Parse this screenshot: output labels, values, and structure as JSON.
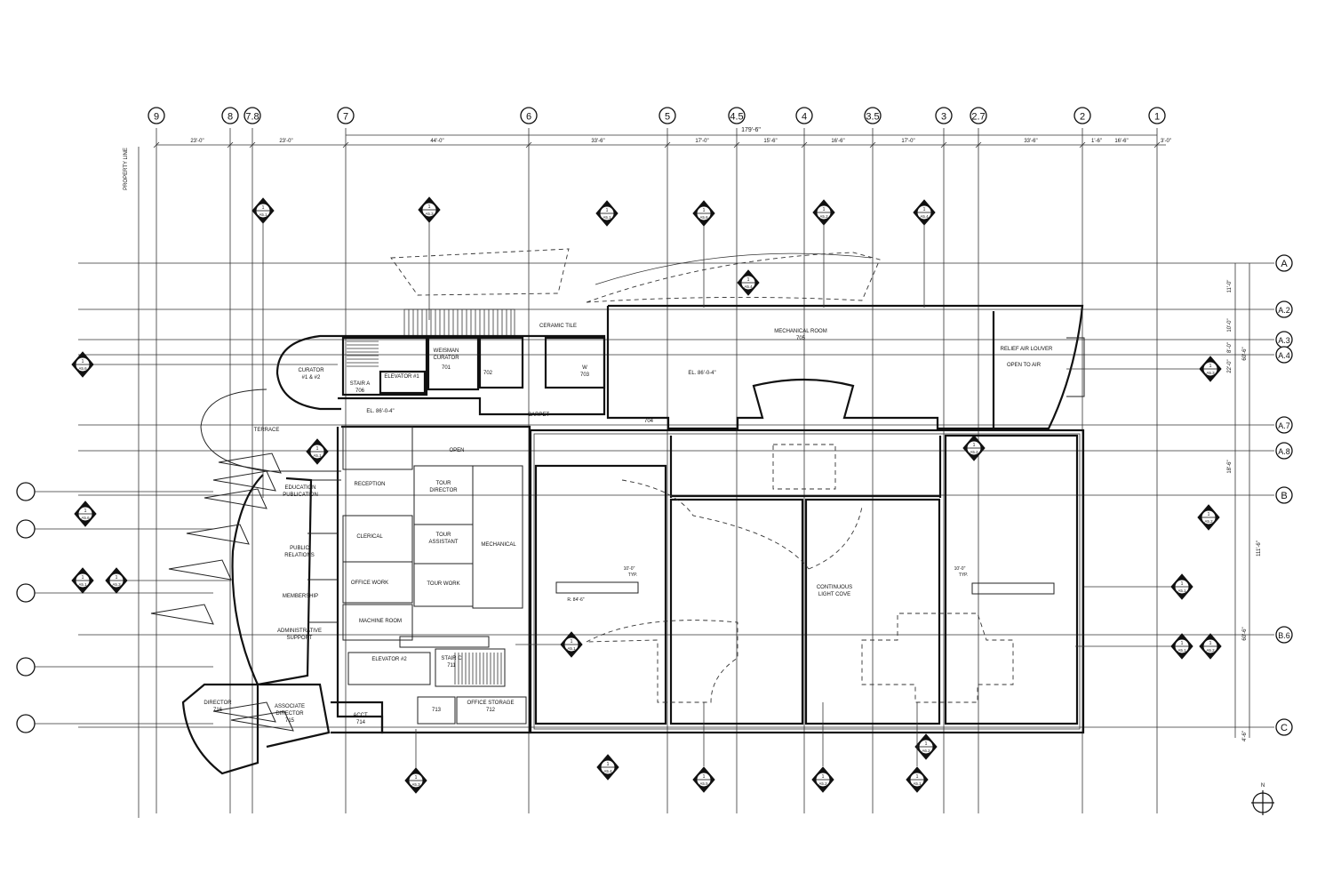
{
  "drawing": {
    "property_line_label": "PROPERTY LINE",
    "north_label": "N",
    "overall_dimension": "179'-6\"",
    "col_grid_labels": [
      "9",
      "8",
      "7.8",
      "7",
      "6",
      "5",
      "4.5",
      "4",
      "3.5",
      "3",
      "2.7",
      "2",
      "1"
    ],
    "row_grid_labels": [
      "A",
      "A.2",
      "A.3",
      "A.4",
      "A.7",
      "A.8",
      "B",
      "B.6",
      "C"
    ],
    "top_dimensions": [
      "23'-0\"",
      "23'-0\"",
      "44'-0\"",
      "33'-6\"",
      "17'-0\"",
      "15'-6\"",
      "16'-6\"",
      "17'-0\"",
      "33'-6\"",
      "1'-6\"",
      "16'-6\"",
      "3'-0\""
    ],
    "right_dimensions": [
      "11'-0\"",
      "10'-0\"",
      "8'-0\"",
      "22'-0\"",
      "60'-6\"",
      "18'-6\"",
      "111'-6\"",
      "60'-6\"",
      "4'-6\""
    ],
    "section_marks": [
      "A5.1",
      "A5.3",
      "A5.1",
      "A5.6",
      "A5.2",
      "A5.4",
      "A5.6",
      "A5.3",
      "A5.4",
      "A5.1",
      "A5.2",
      "A5.6",
      "A5.2",
      "A5.1",
      "A5.3",
      "A5.1",
      "A5.1",
      "A5.1",
      "A5.2",
      "A5.3",
      "A5.5",
      "A5.4",
      "A5.2",
      "A6.2",
      "A5.1"
    ],
    "rooms": [
      {
        "label": "CURATOR",
        "sub": "#1 & #2"
      },
      {
        "label": "STAIR A",
        "sub": "706"
      },
      {
        "label": "WEISMAN",
        "sub": "CURATOR"
      },
      {
        "label": "701",
        "sub": ""
      },
      {
        "label": "702",
        "sub": ""
      },
      {
        "label": "W",
        "sub": "703"
      },
      {
        "label": "ELEVATOR #1",
        "sub": ""
      },
      {
        "label": "MECHANICAL ROOM",
        "sub": "705"
      },
      {
        "label": "RELIEF AIR LOUVER",
        "sub": ""
      },
      {
        "label": "OPEN TO AIR",
        "sub": ""
      },
      {
        "label": "CERAMIC TILE",
        "sub": ""
      },
      {
        "label": "CARPET",
        "sub": ""
      },
      {
        "label": "EL. 86'-0-4\"",
        "sub": ""
      },
      {
        "label": "EL. 86'-0-4\"",
        "sub": ""
      },
      {
        "label": "704",
        "sub": ""
      },
      {
        "label": "TERRACE",
        "sub": ""
      },
      {
        "label": "OPEN",
        "sub": ""
      },
      {
        "label": "RECEPTION",
        "sub": ""
      },
      {
        "label": "TOUR",
        "sub": "DIRECTOR"
      },
      {
        "label": "EDUCATION",
        "sub": "PUBLICATION"
      },
      {
        "label": "CLERICAL",
        "sub": ""
      },
      {
        "label": "TOUR",
        "sub": "ASSISTANT"
      },
      {
        "label": "MECHANICAL",
        "sub": ""
      },
      {
        "label": "PUBLIC",
        "sub": "RELATIONS"
      },
      {
        "label": "OFFICE WORK",
        "sub": ""
      },
      {
        "label": "TOUR WORK",
        "sub": ""
      },
      {
        "label": "MEMBERSHIP",
        "sub": ""
      },
      {
        "label": "MACHINE ROOM",
        "sub": ""
      },
      {
        "label": "ADMINISTRATIVE",
        "sub": "SUPPORT"
      },
      {
        "label": "ELEVATOR #2",
        "sub": ""
      },
      {
        "label": "STAIR C",
        "sub": "711"
      },
      {
        "label": "DIRECTOR",
        "sub": "716"
      },
      {
        "label": "ASSOCIATE",
        "sub": "DIRECTOR"
      },
      {
        "label": "715",
        "sub": ""
      },
      {
        "label": "ACCT.",
        "sub": "714"
      },
      {
        "label": "713",
        "sub": ""
      },
      {
        "label": "OFFICE STORAGE",
        "sub": "712"
      },
      {
        "label": "CONTINUOUS",
        "sub": "LIGHT COVE"
      }
    ],
    "small_notes": [
      "R. 84'-6\"",
      "10'-0\"",
      "TYP.",
      "10'-0\"",
      "TYP."
    ]
  }
}
